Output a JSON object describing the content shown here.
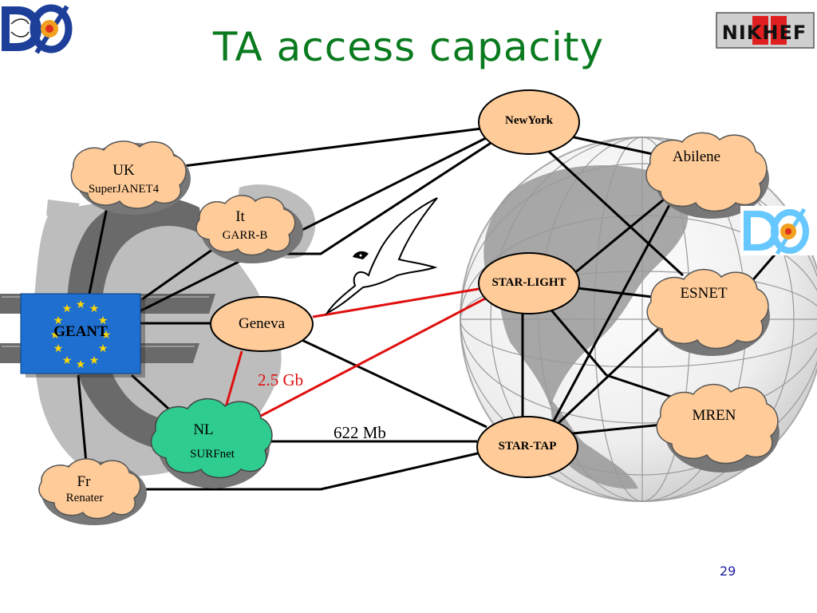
{
  "title": "TA access capacity",
  "page_number": "29",
  "logos": {
    "d0_top": "DØ",
    "nikhef": "NIKHEF",
    "d0_right": "DØ"
  },
  "nodes": {
    "newyork": "NewYork",
    "star_light": "STAR-LIGHT",
    "star_tap": "STAR-TAP",
    "geneva": "Geneva",
    "geant": "GEANT",
    "uk": "UK",
    "uk_net": "SuperJANET4",
    "it": "It",
    "it_net": "GARR-B",
    "nl": "NL",
    "nl_net": "SURFnet",
    "fr": "Fr",
    "fr_net": "Renater",
    "abilene": "Abilene",
    "esnet": "ESNET",
    "mren": "MREN"
  },
  "link_labels": {
    "red_capacity": "2.5 Gb",
    "black_capacity": "622 Mb"
  },
  "colors": {
    "title": "#0a7a1e",
    "cloud_orange": "#ffcc99",
    "cloud_green": "#2ecc8f",
    "red_link": "#e01010",
    "geant_blue": "#1e6fd0",
    "star": "#ffd700"
  }
}
